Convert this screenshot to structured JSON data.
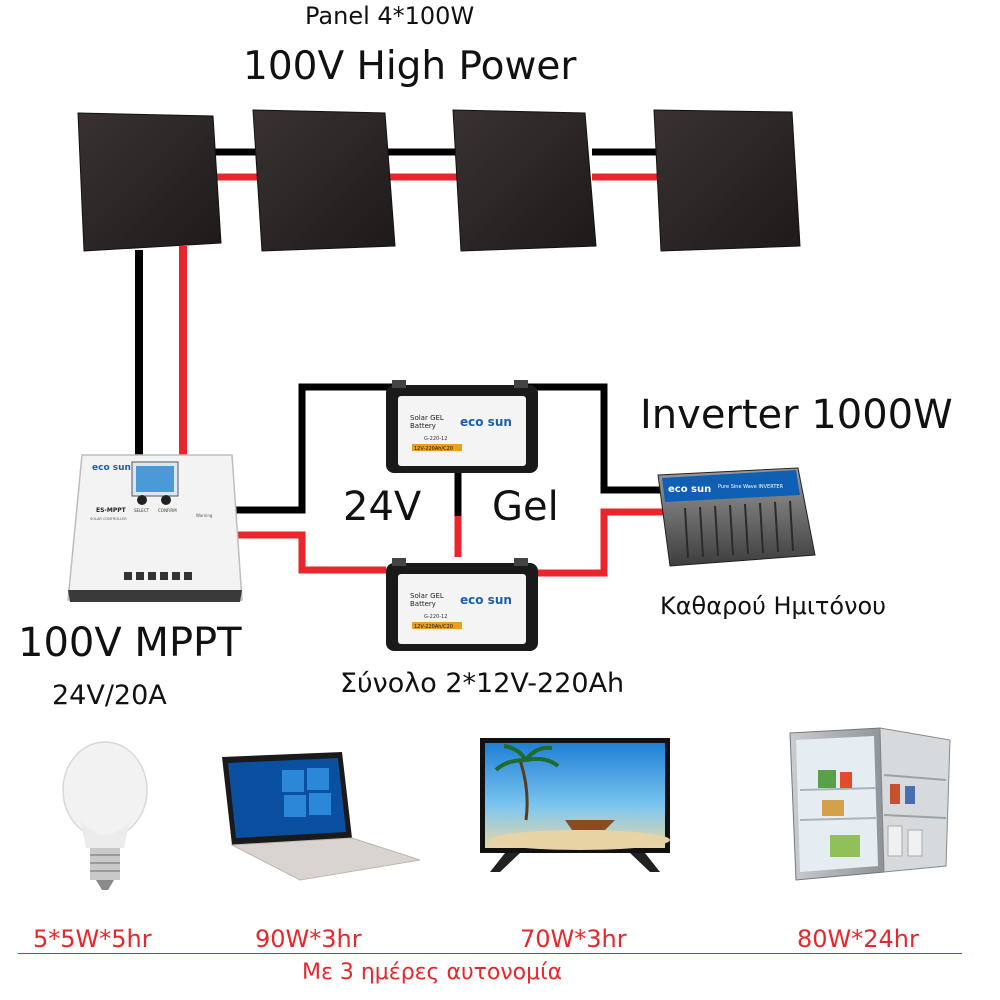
{
  "title_line1": "Panel 4*100W",
  "title_line2": "100V High Power",
  "inverter": {
    "title": "Inverter 1000W",
    "subtitle": "Καθαρού Ημιτόνου",
    "brand": "eco sun",
    "label": "Pure Sine Wave INVERTER"
  },
  "battery": {
    "voltage": "24V",
    "type": "Gel",
    "total": "Σύνολο  2*12V-220Ah",
    "brand": "eco sun",
    "label_line1": "Solar GEL",
    "label_line2": "Battery",
    "model": "G-220-12",
    "rating": "12V-220Ah/C20"
  },
  "controller": {
    "title": "100V MPPT",
    "subtitle": "24V/20A",
    "brand": "eco sun",
    "model": "ES-MPPT",
    "model_sub": "SOLAR CONTROLLER",
    "btn_select": "SELECT",
    "btn_confirm": "CONFIRM",
    "warning": "Warning"
  },
  "loads": [
    {
      "label": "5*5W*5hr",
      "icon": "light-bulb-icon"
    },
    {
      "label": "90W*3hr",
      "icon": "laptop-icon"
    },
    {
      "label": "70W*3hr",
      "icon": "television-icon"
    },
    {
      "label": "80W*24hr",
      "icon": "refrigerator-icon"
    }
  ],
  "autonomy": "Με 3 ημέρες αυτονομία",
  "colors": {
    "positive_wire": "#e8262b",
    "negative_wire": "#000000",
    "panel": "#2a2424",
    "load_text": "#e8262b"
  }
}
